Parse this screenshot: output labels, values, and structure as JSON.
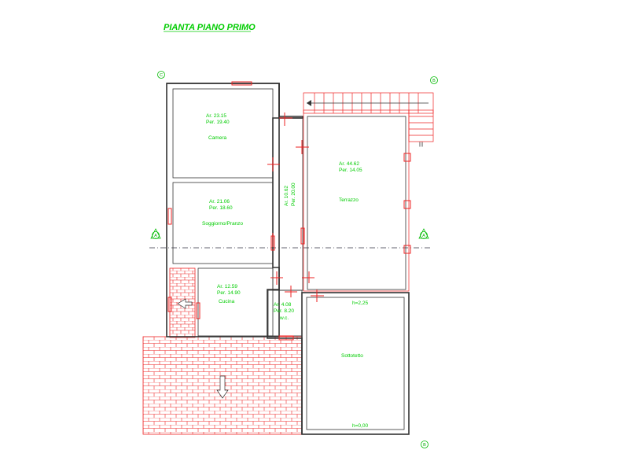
{
  "title": "PIANTA PIANO PRIMO",
  "axis_tags": {
    "c": "C",
    "b": "B",
    "a": "A"
  },
  "rooms": [
    {
      "id": "camera",
      "area": "Ar. 23.15",
      "per": "Per. 19.40",
      "name": "Camera"
    },
    {
      "id": "soggiorno",
      "area": "Ar. 21.06",
      "per": "Per. 18.60",
      "name": "Soggiorno/Pranzo"
    },
    {
      "id": "cucina",
      "area": "Ar. 12.59",
      "per": "Per. 14.90",
      "name": "Cucina"
    },
    {
      "id": "wc",
      "area": "Ar. 4.08",
      "per": "Per. 8.20",
      "name": "w.c."
    },
    {
      "id": "terrazzo",
      "area": "Ar. 44.62",
      "per": "Per. 14.05",
      "name": "Terrazzo"
    },
    {
      "id": "corridoio",
      "area": "Ar. 10.62",
      "per": "Per. 20.00",
      "name": ""
    },
    {
      "id": "sottotetto",
      "area": "",
      "per": "",
      "name": "Sottotetto"
    }
  ],
  "heights": {
    "top": "h=2,25",
    "bottom": "h=0,00"
  },
  "stair_mark": "|||"
}
